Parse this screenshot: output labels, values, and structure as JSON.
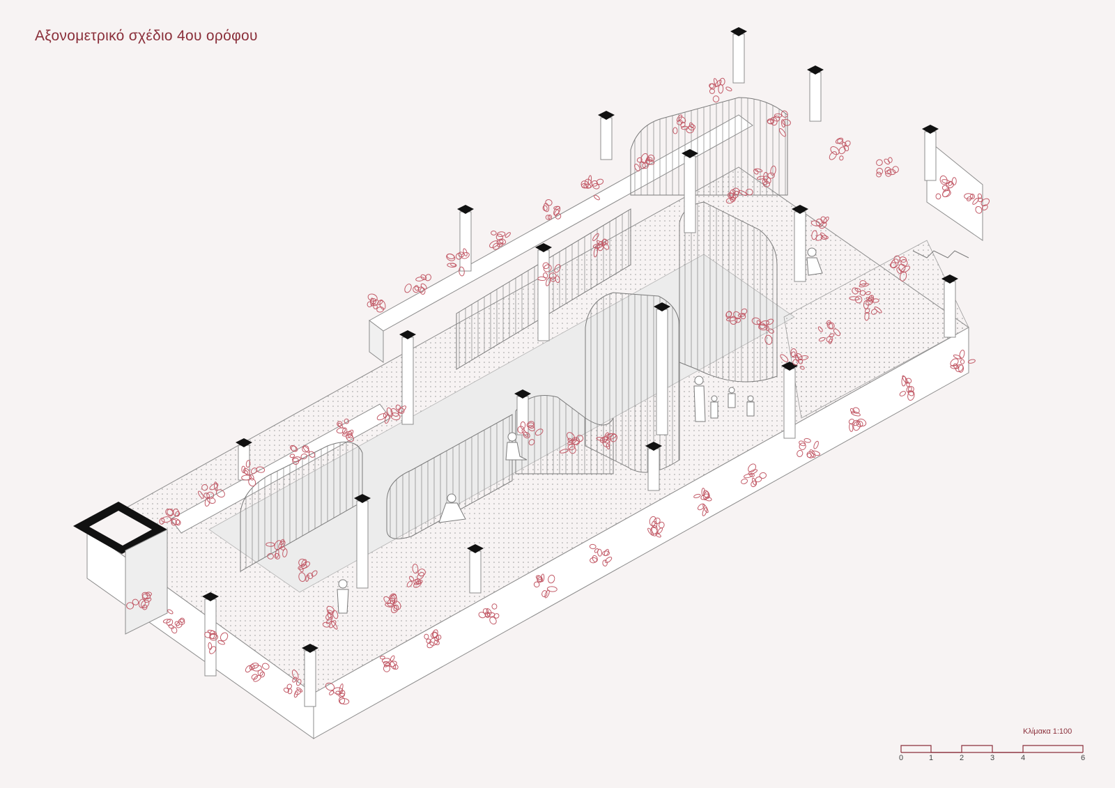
{
  "title": "Αξονομετρικό σχέδιο 4ου ορόφου",
  "scale": {
    "caption": "Κλίμακα 1:100",
    "ticks": [
      "0",
      "1",
      "2",
      "3",
      "4",
      "6"
    ]
  },
  "colors": {
    "background": "#f7f3f3",
    "accent": "#8a2f3a",
    "foliage": "#c25a67",
    "line": "#6b6b6b",
    "column_cap": "#111111"
  }
}
